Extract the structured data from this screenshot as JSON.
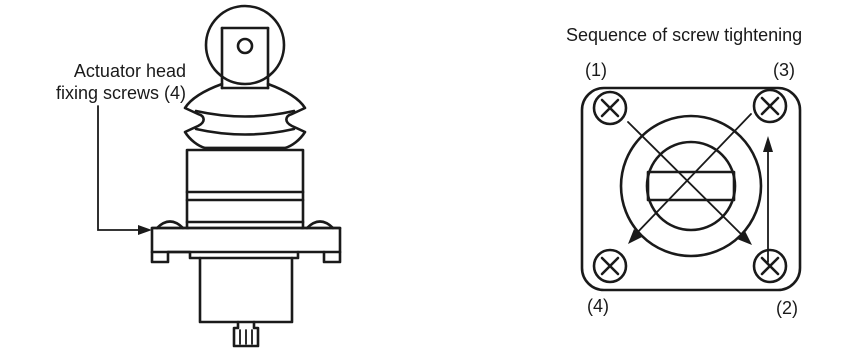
{
  "left_figure": {
    "callout": {
      "line1": "Actuator head",
      "line2": "fixing screws (4)"
    }
  },
  "right_figure": {
    "title": "Sequence of screw tightening",
    "positions": {
      "top_left": "(1)",
      "bottom_right": "(2)",
      "top_right": "(3)",
      "bottom_left": "(4)"
    }
  }
}
